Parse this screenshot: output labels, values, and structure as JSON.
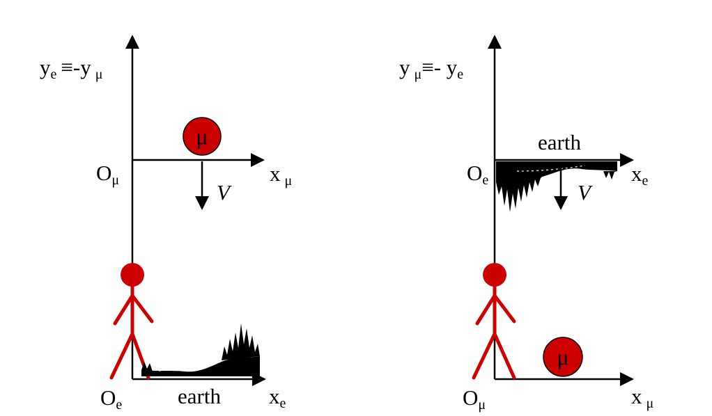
{
  "left_panel": {
    "vertical_axis_label": {
      "main": "y",
      "sub1": "e",
      "mid": "≡-y",
      "sub2": "μ"
    },
    "origin_top_label": {
      "main": "O",
      "sub": "μ"
    },
    "x_axis_top_label": {
      "main": "x",
      "sub": "μ"
    },
    "muon_symbol": "μ",
    "velocity_label": "V",
    "origin_bottom_label": {
      "main": "O",
      "sub": "e"
    },
    "ground_label": "earth",
    "x_axis_bottom_label": {
      "main": "x",
      "sub": "e"
    }
  },
  "right_panel": {
    "vertical_axis_label": {
      "main": "y",
      "sub1": "μ",
      "mid": "≡- y",
      "sub2": "e"
    },
    "ground_label": "earth",
    "origin_top_label": {
      "main": "O",
      "sub": "e"
    },
    "x_axis_top_label": {
      "main": "x",
      "sub": "e"
    },
    "velocity_label": "V",
    "muon_symbol": "μ",
    "origin_bottom_label": {
      "main": "O",
      "sub": "μ"
    },
    "x_axis_bottom_label": {
      "main": "x",
      "sub": "μ"
    }
  },
  "colors": {
    "axis": "#000000",
    "observer": "#cc0000",
    "muon_fill": "#cc0000",
    "earth": "#000000"
  }
}
